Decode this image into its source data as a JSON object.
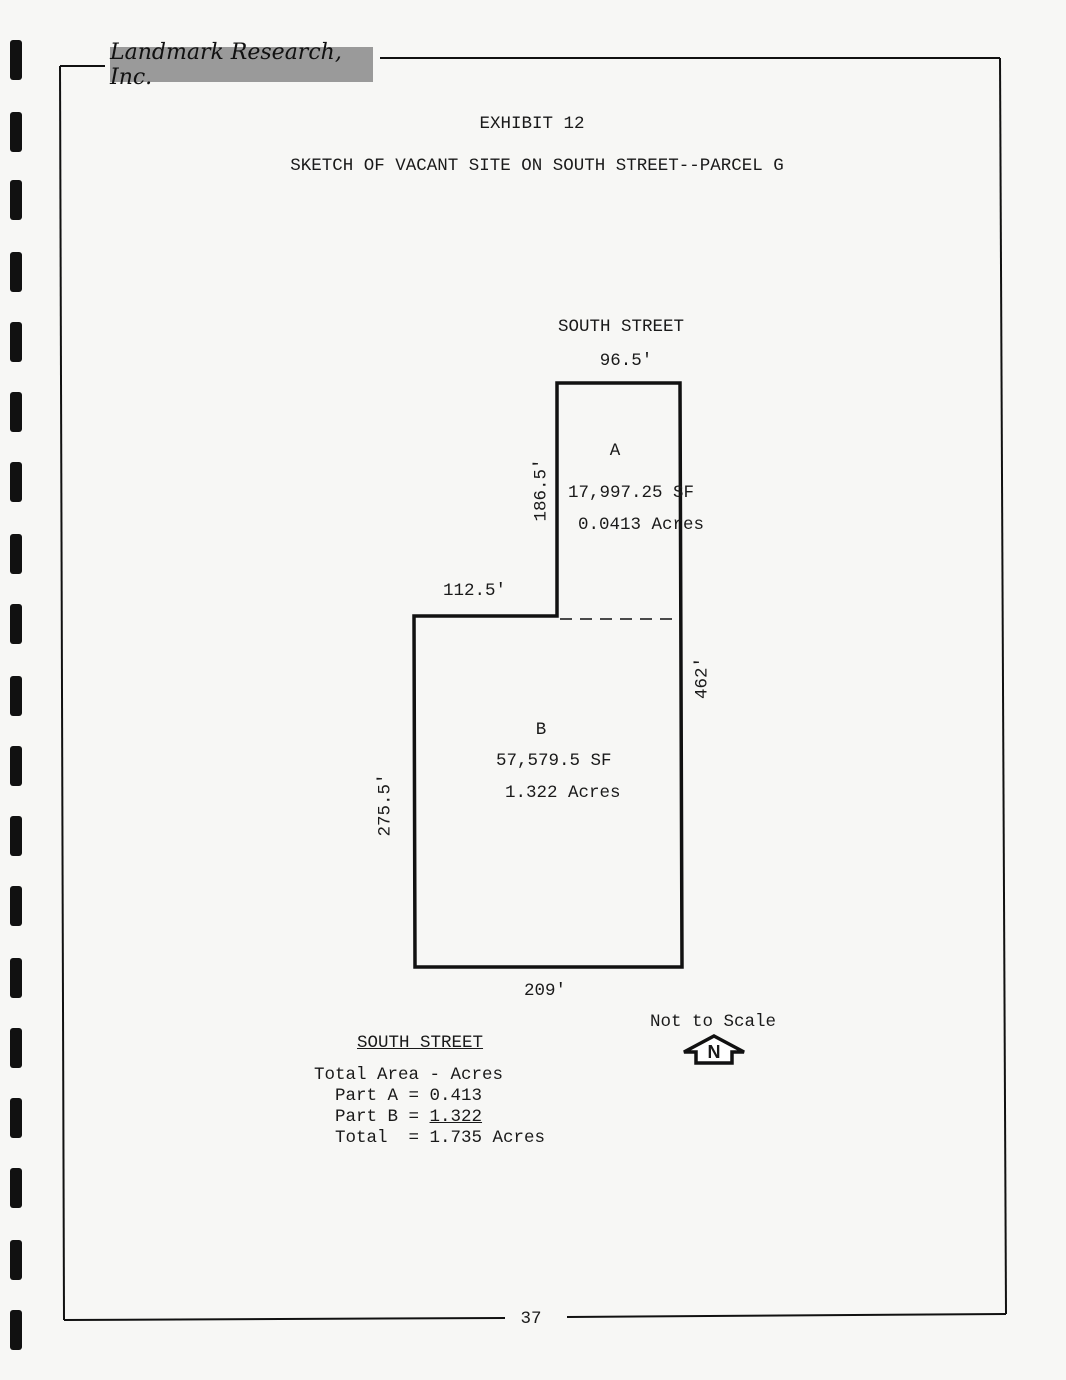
{
  "header": {
    "logo_text": "Landmark Research, Inc."
  },
  "exhibit": {
    "number": "EXHIBIT 12",
    "title": "SKETCH OF VACANT SITE ON SOUTH STREET--PARCEL G"
  },
  "sketch": {
    "street_top": "SOUTH STREET",
    "dim_top": "96.5'",
    "dim_a_left": "186.5'",
    "dim_step": "112.5'",
    "dim_right": "462'",
    "dim_b_left": "275.5'",
    "dim_bottom": "209'",
    "part_a": {
      "label": "A",
      "sf": "17,997.25 SF",
      "acres": "0.0413 Acres"
    },
    "part_b": {
      "label": "B",
      "sf": "57,579.5 SF",
      "acres": "1.322 Acres"
    }
  },
  "summary": {
    "street": "SOUTH STREET",
    "heading": "Total Area - Acres",
    "part_a": "Part A = 0.413",
    "part_b_label": "Part B = ",
    "part_b_value": "1.322",
    "total_label": "Total  = ",
    "total_value": "1.735",
    "total_unit": " Acres"
  },
  "legend": {
    "not_to_scale": "Not to Scale",
    "north": "N"
  },
  "footer": {
    "page_number": "37"
  }
}
